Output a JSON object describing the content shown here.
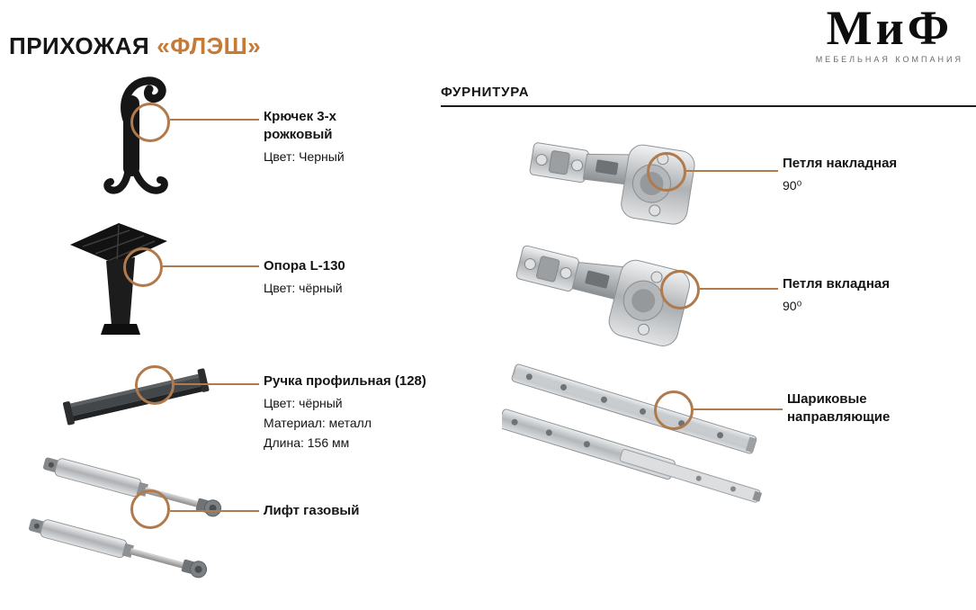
{
  "theme": {
    "accent": "#c57a36",
    "callout": "#b07a4c"
  },
  "header": {
    "title_prefix": "ПРИХОЖАЯ",
    "title_name": "«ФЛЭШ»"
  },
  "logo": {
    "wordmark": "МиФ",
    "subtitle": "МЕБЕЛЬНАЯ КОМПАНИЯ"
  },
  "furniture_section": {
    "heading": "ФУРНИТУРА"
  },
  "left_items": [
    {
      "title": "Крючек 3-х рожковый",
      "lines": [
        "Цвет: Черный"
      ]
    },
    {
      "title": "Опора L-130",
      "lines": [
        "Цвет: чёрный"
      ]
    },
    {
      "title": "Ручка профильная (128)",
      "lines": [
        "Цвет: чёрный",
        "Материал: металл",
        "Длина: 156 мм"
      ]
    },
    {
      "title": "Лифт газовый",
      "lines": []
    }
  ],
  "right_items": [
    {
      "title": "Петля накладная",
      "lines": [
        "90⁰"
      ]
    },
    {
      "title": "Петля вкладная",
      "lines": [
        "90⁰"
      ]
    },
    {
      "title": "Шариковые направляющие",
      "lines": []
    }
  ]
}
